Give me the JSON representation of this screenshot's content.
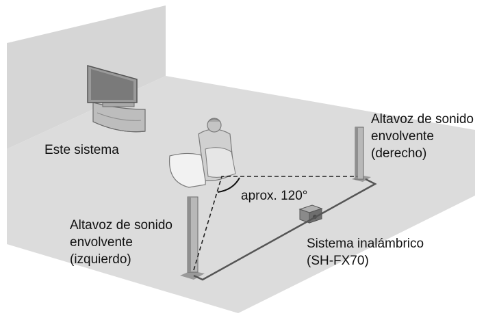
{
  "labels": {
    "this_system": "Este sistema",
    "surround_right": [
      "Altavoz de sonido",
      "envolvente",
      "(derecho)"
    ],
    "surround_left": [
      "Altavoz de sonido",
      "envolvente",
      "(izquierdo)"
    ],
    "angle": "aprox. 120°",
    "wireless": [
      "Sistema inalámbrico",
      "(SH-FX70)"
    ]
  },
  "colors": {
    "wall": "#d6d6d6",
    "floor": "#dcdcdc",
    "line": "#555555",
    "outline": "#6b6b6b"
  }
}
